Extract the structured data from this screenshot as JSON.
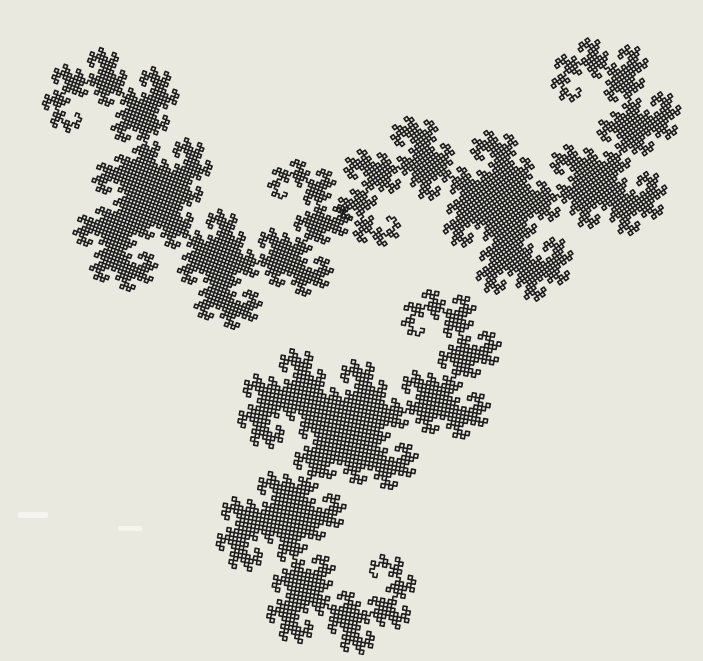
{
  "figure": {
    "type": "fractal-curve",
    "curve": "dragon-curve",
    "copies": 3,
    "line_color": "#1c1c1c",
    "paper_color": "#e9e9e0"
  }
}
